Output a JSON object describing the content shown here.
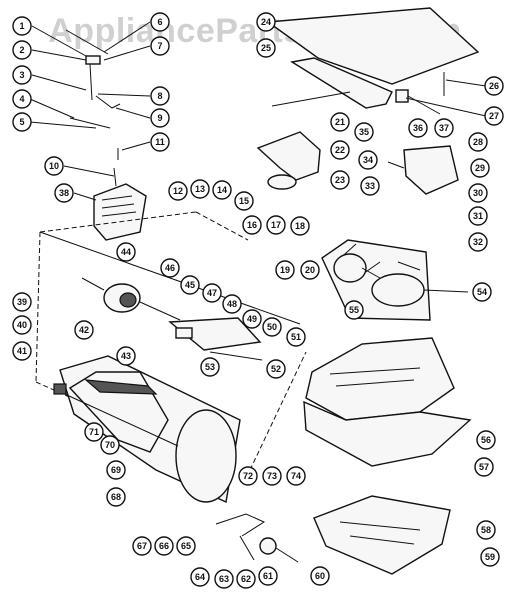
{
  "watermark": "AppliancePartsPros.com",
  "callouts": [
    {
      "label": "1"
    },
    {
      "label": "2"
    },
    {
      "label": "3"
    },
    {
      "label": "4"
    },
    {
      "label": "5"
    },
    {
      "label": "6"
    },
    {
      "label": "7"
    },
    {
      "label": "8"
    },
    {
      "label": "9"
    },
    {
      "label": "11"
    },
    {
      "label": "10"
    },
    {
      "label": "38"
    },
    {
      "label": "12"
    },
    {
      "label": "13"
    },
    {
      "label": "14"
    },
    {
      "label": "15"
    },
    {
      "label": "16"
    },
    {
      "label": "17"
    },
    {
      "label": "18"
    },
    {
      "label": "19"
    },
    {
      "label": "20"
    },
    {
      "label": "21"
    },
    {
      "label": "22"
    },
    {
      "label": "23"
    },
    {
      "label": "24"
    },
    {
      "label": "25"
    },
    {
      "label": "26"
    },
    {
      "label": "27"
    },
    {
      "label": "35"
    },
    {
      "label": "36"
    },
    {
      "label": "37"
    },
    {
      "label": "28"
    },
    {
      "label": "29"
    },
    {
      "label": "34"
    },
    {
      "label": "30"
    },
    {
      "label": "33"
    },
    {
      "label": "31"
    },
    {
      "label": "32"
    },
    {
      "label": "39"
    },
    {
      "label": "40"
    },
    {
      "label": "41"
    },
    {
      "label": "42"
    },
    {
      "label": "43"
    },
    {
      "label": "44"
    },
    {
      "label": "46"
    },
    {
      "label": "45"
    },
    {
      "label": "47"
    },
    {
      "label": "48"
    },
    {
      "label": "49"
    },
    {
      "label": "50"
    },
    {
      "label": "51"
    },
    {
      "label": "52"
    },
    {
      "label": "53"
    },
    {
      "label": "54"
    },
    {
      "label": "55"
    },
    {
      "label": "56"
    },
    {
      "label": "57"
    },
    {
      "label": "58"
    },
    {
      "label": "59"
    },
    {
      "label": "60"
    },
    {
      "label": "61"
    },
    {
      "label": "62"
    },
    {
      "label": "63"
    },
    {
      "label": "64"
    },
    {
      "label": "65"
    },
    {
      "label": "66"
    },
    {
      "label": "67"
    },
    {
      "label": "68"
    },
    {
      "label": "69"
    },
    {
      "label": "70"
    },
    {
      "label": "71"
    },
    {
      "label": "72"
    },
    {
      "label": "73"
    },
    {
      "label": "74"
    }
  ]
}
